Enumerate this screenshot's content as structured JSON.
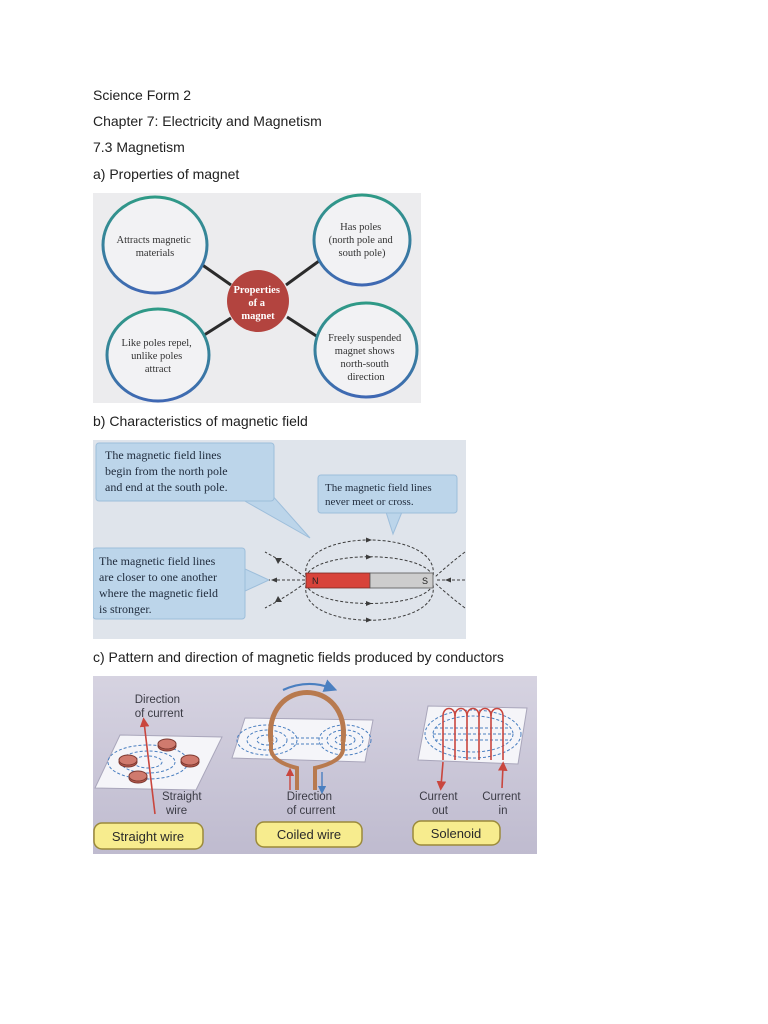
{
  "document": {
    "subject": "Science Form 2",
    "chapter": "Chapter 7: Electricity and Magnetism",
    "section": "7.3 Magnetism"
  },
  "sections": {
    "a": {
      "label": "a) Properties of magnet",
      "figure": {
        "center": [
          "Properties",
          "of a",
          "magnet"
        ],
        "top_left": [
          "Attracts magnetic",
          "materials"
        ],
        "top_right": [
          "Has poles",
          "(north pole and",
          "south pole)"
        ],
        "bottom_left": [
          "Like poles repel,",
          "unlike poles",
          "attract"
        ],
        "bottom_right": [
          "Freely suspended",
          "magnet shows",
          "north-south",
          "direction"
        ]
      }
    },
    "b": {
      "label": "b) Characteristics of magnetic field",
      "figure": {
        "callout_poles": [
          "The magnetic field lines",
          "begin from the north pole",
          "and end at the south pole."
        ],
        "callout_no_cross": [
          "The magnetic field lines",
          "never meet or cross."
        ],
        "callout_strength": [
          "The magnetic field lines",
          "are closer to one another",
          "where the magnetic field",
          "is stronger."
        ],
        "north_pole": "N",
        "south_pole": "S"
      }
    },
    "c": {
      "label": "c) Pattern and direction of magnetic fields produced by conductors",
      "figure": {
        "straight_wire": {
          "current_label": [
            "Direction",
            "of current"
          ],
          "wire_label": [
            "Straight",
            "wire"
          ],
          "caption": "Straight wire"
        },
        "coiled_wire": {
          "current_label": [
            "Direction",
            "of current"
          ],
          "caption": "Coiled wire"
        },
        "solenoid": {
          "current_out": [
            "Current",
            "out"
          ],
          "current_in": [
            "Current",
            "in"
          ],
          "caption": "Solenoid"
        }
      }
    }
  },
  "colors": {
    "ring_top": "#2f9a86",
    "ring_bottom": "#3f68b3",
    "center_fill": "#b3443f",
    "callout_fill": "#bcd5ea",
    "magnet_north": "#d8433a",
    "magnet_south": "#cdcdcd",
    "caption_fill": "#f7ec8e",
    "field_line_blue": "#4a7fc0",
    "current_red": "#c9463e"
  }
}
